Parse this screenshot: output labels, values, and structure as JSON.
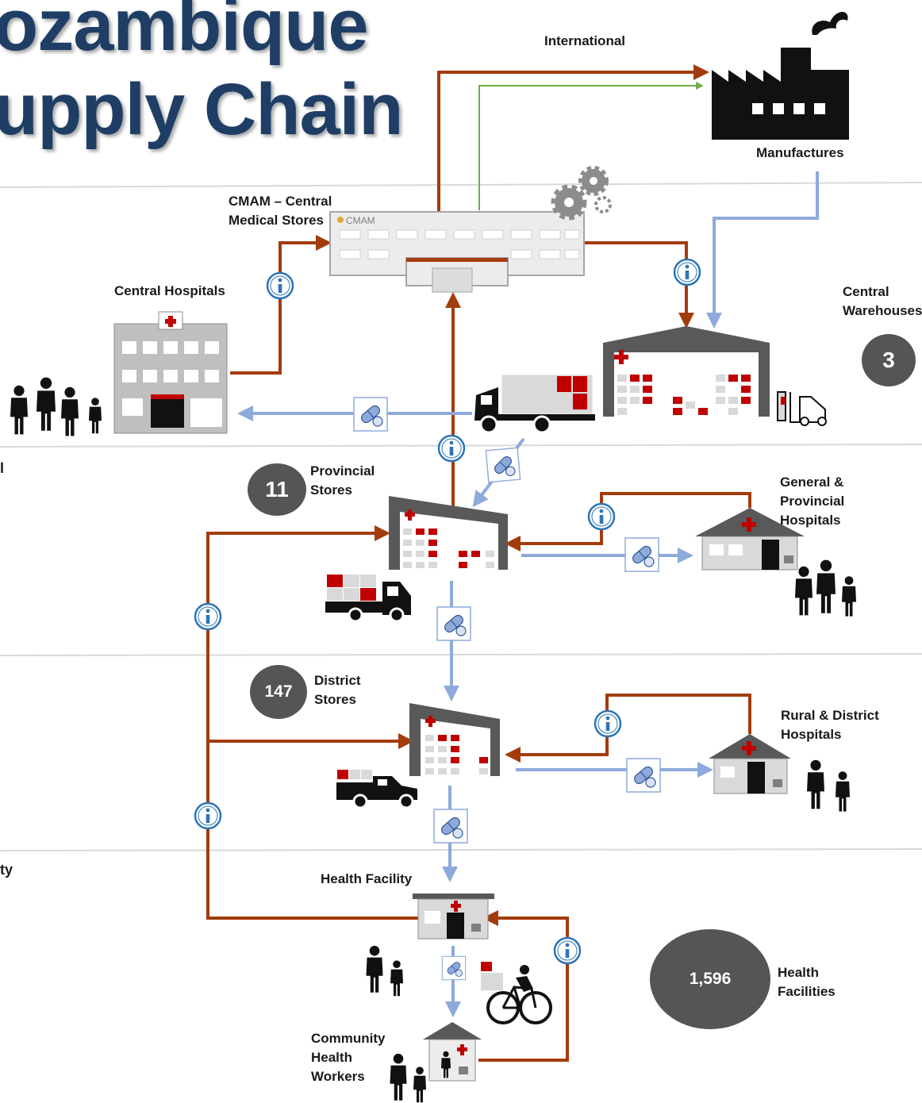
{
  "title": {
    "line1": "ozambique",
    "line2": "upply Chain"
  },
  "lanes": {
    "left_fragment_1": "l",
    "left_fragment_2": "ty"
  },
  "nodes": {
    "international": "International",
    "manufactures": "Manufactures",
    "cmam_line1": "CMAM – Central",
    "cmam_line2": "Medical Stores",
    "cmam_sign": "CMAM",
    "central_hospitals": "Central Hospitals",
    "central_warehouses_line1": "Central",
    "central_warehouses_line2": "Warehouses",
    "provincial_stores_line1": "Provincial",
    "provincial_stores_line2": "Stores",
    "general_hospitals_line1": "General &",
    "general_hospitals_line2": "Provincial",
    "general_hospitals_line3": "Hospitals",
    "district_stores_line1": "District",
    "district_stores_line2": "Stores",
    "rural_hospitals_line1": "Rural & District",
    "rural_hospitals_line2": "Hospitals",
    "health_facility": "Health Facility",
    "chw_line1": "Community",
    "chw_line2": "Health",
    "chw_line3": "Workers",
    "health_facilities_line1": "Health",
    "health_facilities_line2": "Facilities"
  },
  "counts": {
    "central_warehouses": "3",
    "provincial_stores": "11",
    "district_stores": "147",
    "health_facilities": "1,596"
  },
  "colors": {
    "information_flow": "#a33c0c",
    "product_flow": "#8eaadb",
    "international_green": "#70ad47",
    "title": "#1f3e66",
    "count_circle": "#555555",
    "info_icon": "#2e75b6",
    "medical_red": "#c00000"
  },
  "icons": [
    "factory-icon",
    "gear-icon",
    "info-icon",
    "pill-icon",
    "truck-icon",
    "forklift-icon",
    "bicycle-icon",
    "people-icon",
    "hospital-icon",
    "warehouse-icon"
  ]
}
